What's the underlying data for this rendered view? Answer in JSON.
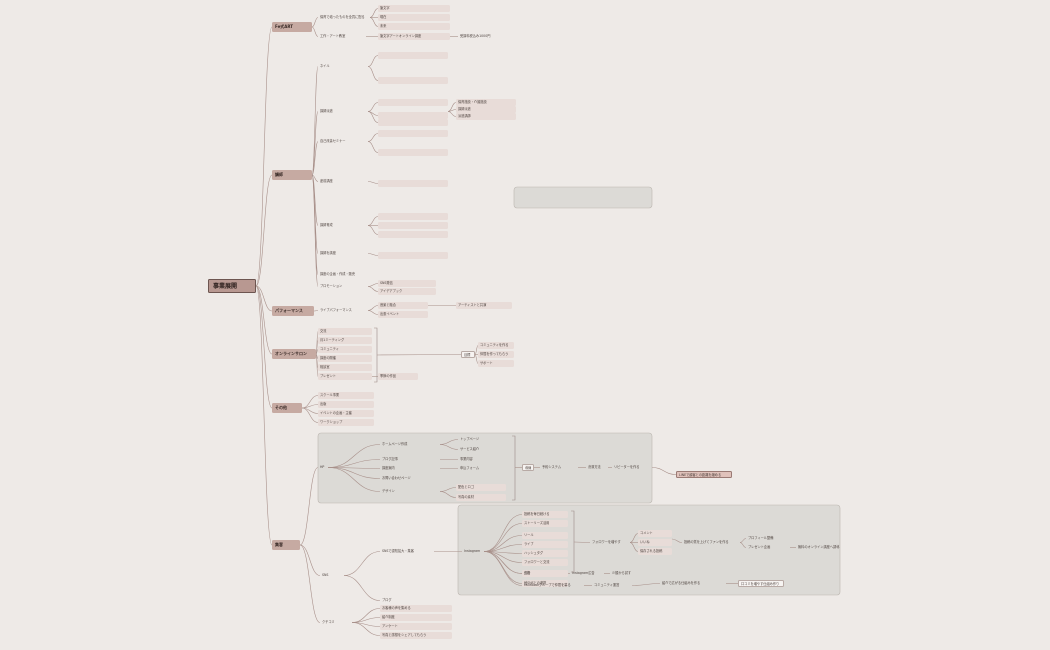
{
  "mindmap": {
    "root": "事業展開",
    "sections": {
      "s0": {
        "label": "Fe式ART",
        "c": [
          {
            "t": "保育で培ったものを全員に配る",
            "c": [
              {
                "t": "筆文字"
              },
              {
                "t": "現在"
              },
              {
                "t": "未来"
              }
            ]
          },
          {
            "t": "工作・アート教室",
            "c": [
              {
                "t": "筆文字アートオンライン講座",
                "c": [
                  {
                    "t": "受講料税込み1000円"
                  }
                ]
              }
            ]
          }
        ]
      },
      "s1": {
        "label": "講師",
        "c": [
          {
            "t": "ネイル"
          },
          {
            "t": "講師派遣",
            "c": [
              {
                "t": "保育施設・介護施設"
              },
              {
                "t": "講師派遣"
              },
              {
                "t": "派遣講師"
              }
            ]
          },
          {
            "t": "自己改善セミナー"
          },
          {
            "t": "産前講座"
          },
          {
            "t": "講師育成"
          },
          {
            "t": "講師を講座"
          },
          {
            "t": "講座の企画・作成・販売"
          },
          {
            "t": "プロモーション",
            "c": [
              {
                "t": "SNS発信"
              },
              {
                "t": "アイデアブック"
              }
            ]
          }
        ]
      },
      "s2": {
        "label": "パフォーマンス",
        "c": [
          {
            "t": "ライブパフォーマンス",
            "c": [
              {
                "t": "音楽と融合",
                "c": [
                  {
                    "t": "アーティストと共演"
                  }
                ]
              },
              {
                "t": "出張イベント"
              }
            ]
          }
        ]
      },
      "s3": {
        "label": "オンラインサロン",
        "c": [
          {
            "t": "交流"
          },
          {
            "t": "月1ミーティング"
          },
          {
            "t": "コミュニティ"
          },
          {
            "t": "講座の開催"
          },
          {
            "t": "相談室"
          },
          {
            "t": "プレゼント",
            "c": [
              {
                "t": "季節の作品"
              }
            ]
          }
        ],
        "bracket": {
          "t": "目標",
          "c": [
            {
              "t": "コミュニティを作る"
            },
            {
              "t": "仲間を作ってもらう"
            },
            {
              "t": "サポート"
            }
          ]
        }
      },
      "s4": {
        "label": "その他",
        "c": [
          {
            "t": "スクール事業"
          },
          {
            "t": "出版"
          },
          {
            "t": "イベントの企画・主催"
          },
          {
            "t": "ワークショップ"
          }
        ]
      },
      "s5": {
        "label": "集客",
        "c": [
          {
            "t": "HP",
            "c": [
              {
                "t": "ホームページ作成",
                "c": [
                  {
                    "t": "トップページ"
                  },
                  {
                    "t": "サービス紹介"
                  }
                ]
              },
              {
                "t": "ブログ記事",
                "c": [
                  {
                    "t": "事業内容"
                  }
                ]
              },
              {
                "t": "講座案内",
                "c": [
                  {
                    "t": "申込フォーム"
                  }
                ]
              },
              {
                "t": "お問い合わせページ"
              },
              {
                "t": "デザイン",
                "c": [
                  {
                    "t": "配色とロゴ"
                  },
                  {
                    "t": "写真の素材"
                  }
                ]
              }
            ],
            "chain": [
              "導線",
              "予約システム",
              "決済方法",
              "リピーターを作る"
            ],
            "outcome": "LINEで顧客との距離を縮める"
          },
          {
            "t": "SNS",
            "c": [
              {
                "t": "SNSで認知拡大・集客",
                "c": [
                  {
                    "t": "Instagram",
                    "c": [
                      {
                        "t": "投稿を毎日続ける"
                      },
                      {
                        "t": "ストーリーズ活用"
                      },
                      {
                        "t": "リール"
                      },
                      {
                        "t": "ライブ"
                      },
                      {
                        "t": "ハッシュタグ"
                      },
                      {
                        "t": "フォロワーと交流"
                      },
                      {
                        "t": "分析"
                      },
                      {
                        "t": "他SNSとの連携"
                      }
                    ],
                    "b2": {
                      "t": "フォロワーを増やす",
                      "c": [
                        {
                          "t": "コメント"
                        },
                        {
                          "t": "いいね"
                        },
                        {
                          "t": "保存される投稿"
                        }
                      ],
                      "r": "投稿の質を上げてファンを作る",
                      "rr": [
                        {
                          "t": "プロフィール整備"
                        },
                        {
                          "t": "プレゼント企画"
                        }
                      ],
                      "rrr": "無料のオンライン講座へ誘導"
                    }
                  },
                  {
                    "t": "広告",
                    "c": [
                      {
                        "t": "Instagram広告"
                      }
                    ],
                    "x": "少額から試す"
                  },
                  {
                    "t": "Facebookグループで仲間を募る",
                    "x": "コミュニティ運営",
                    "y": "紹介で広がる仕組みを作る",
                    "yb": "口コミを増やす仕組み作り"
                  }
                ]
              },
              {
                "t": "ブログ"
              }
            ]
          },
          {
            "t": "クチコミ",
            "c": [
              {
                "t": "お客様の声を集める"
              },
              {
                "t": "紹介制度"
              },
              {
                "t": "アンケート"
              },
              {
                "t": "写真と感想をシェアしてもらう"
              }
            ]
          }
        ]
      }
    }
  }
}
